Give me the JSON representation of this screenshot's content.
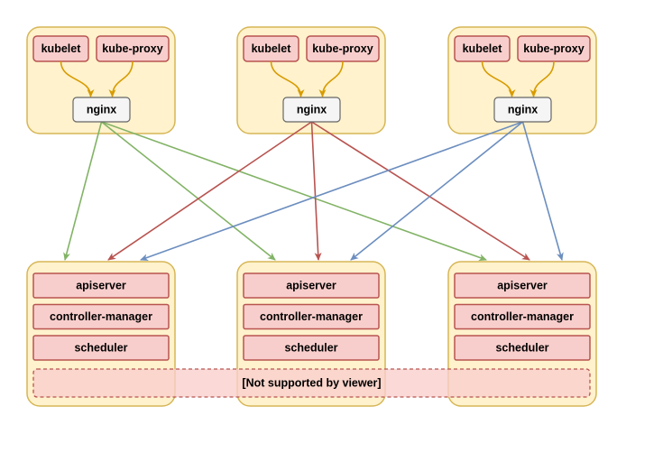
{
  "colors": {
    "node_fill": "#fff2cc",
    "node_stroke": "#d6b656",
    "comp_fill": "#f8cecc",
    "comp_stroke": "#b85450",
    "nginx_fill": "#f5f5f5",
    "nginx_stroke": "#666666",
    "local_arrow": "#d79b00",
    "link_green": "#82b366",
    "link_red": "#b85450",
    "link_blue": "#6c8ebf"
  },
  "worker_nodes": [
    {
      "components": [
        "kubelet",
        "kube-proxy"
      ],
      "proxy": "nginx"
    },
    {
      "components": [
        "kubelet",
        "kube-proxy"
      ],
      "proxy": "nginx"
    },
    {
      "components": [
        "kubelet",
        "kube-proxy"
      ],
      "proxy": "nginx"
    }
  ],
  "master_nodes": [
    {
      "components": [
        "apiserver",
        "controller-manager",
        "scheduler"
      ]
    },
    {
      "components": [
        "apiserver",
        "controller-manager",
        "scheduler"
      ]
    },
    {
      "components": [
        "apiserver",
        "controller-manager",
        "scheduler"
      ]
    }
  ],
  "connections": [
    {
      "from_worker": 0,
      "to_master": 0,
      "color": "link_green"
    },
    {
      "from_worker": 0,
      "to_master": 1,
      "color": "link_green"
    },
    {
      "from_worker": 0,
      "to_master": 2,
      "color": "link_green"
    },
    {
      "from_worker": 1,
      "to_master": 0,
      "color": "link_red"
    },
    {
      "from_worker": 1,
      "to_master": 1,
      "color": "link_red"
    },
    {
      "from_worker": 1,
      "to_master": 2,
      "color": "link_red"
    },
    {
      "from_worker": 2,
      "to_master": 0,
      "color": "link_blue"
    },
    {
      "from_worker": 2,
      "to_master": 1,
      "color": "link_blue"
    },
    {
      "from_worker": 2,
      "to_master": 2,
      "color": "link_blue"
    }
  ],
  "overlay_note": "[Not supported by viewer]"
}
